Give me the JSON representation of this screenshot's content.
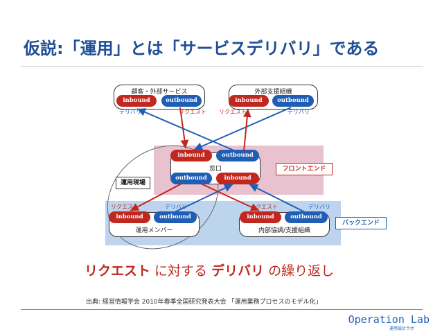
{
  "title": "仮説:「運用」とは「サービスデリバリ」である",
  "boxes": {
    "customer": {
      "caption": "顧客・外部サービス",
      "inbound": "inbound",
      "outbound": "outbound",
      "left_label": "デリバリ",
      "right_label": "リクエスト"
    },
    "external_support": {
      "caption": "外部支援組織",
      "inbound": "inbound",
      "outbound": "outbound",
      "left_label": "リクエスト",
      "right_label": "デリバリ"
    },
    "window": {
      "caption": "窓口",
      "top_inbound": "inbound",
      "top_outbound": "outbound",
      "bottom_outbound": "outbound",
      "bottom_inbound": "inbound"
    },
    "ops_member": {
      "caption": "運用メンバー",
      "inbound": "inbound",
      "outbound": "outbound",
      "left_label": "リクエスト",
      "right_label": "デリバリ"
    },
    "internal": {
      "caption": "内部協調/支援組織",
      "inbound": "inbound",
      "outbound": "outbound",
      "left_label": "リクエスト",
      "right_label": "デリバリ"
    }
  },
  "labels": {
    "frontend": "フロントエンド",
    "backend": "バックエンド",
    "ops_field": "運用現場"
  },
  "summary": {
    "request": "リクエスト",
    "middle": " に対する ",
    "delivery": "デリバリ",
    "end": " の繰り返し"
  },
  "source": "出典: 経営情報学会 2010年春季全国研究発表大会 「運用業務プロセスのモデル化」",
  "logo": {
    "name": "Operation Lab",
    "sub": "運用設計ラボ"
  },
  "colors": {
    "request": "#c0281f",
    "delivery": "#1f5eb4",
    "title": "#1f4e96"
  }
}
